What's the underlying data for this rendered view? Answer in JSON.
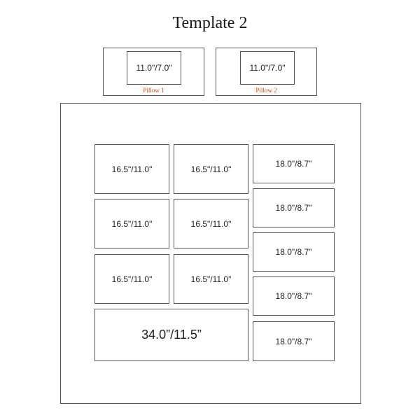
{
  "title": "Template 2",
  "pillows": [
    {
      "size": "11.0\"/7.0\"",
      "label": "Pillow 1"
    },
    {
      "size": "11.0\"/7.0\"",
      "label": "Pillow 2"
    }
  ],
  "quilt": {
    "panels": [
      {
        "label": "16.5\"/11.0\""
      },
      {
        "label": "16.5\"/11.0\""
      },
      {
        "label": "18.0\"/8.7\""
      },
      {
        "label": "18.0\"/8.7\""
      },
      {
        "label": "16.5\"/11.0\""
      },
      {
        "label": "16.5\"/11.0\""
      },
      {
        "label": "18.0\"/8.7\""
      },
      {
        "label": "16.5\"/11.0\""
      },
      {
        "label": "16.5\"/11.0\""
      },
      {
        "label": "18.0\"/8.7\""
      },
      {
        "label": "34.0”/11.5”"
      },
      {
        "label": "18.0\"/8.7\""
      }
    ]
  },
  "colors": {
    "border": "#555555",
    "pillow_label": "#d94a1e"
  }
}
